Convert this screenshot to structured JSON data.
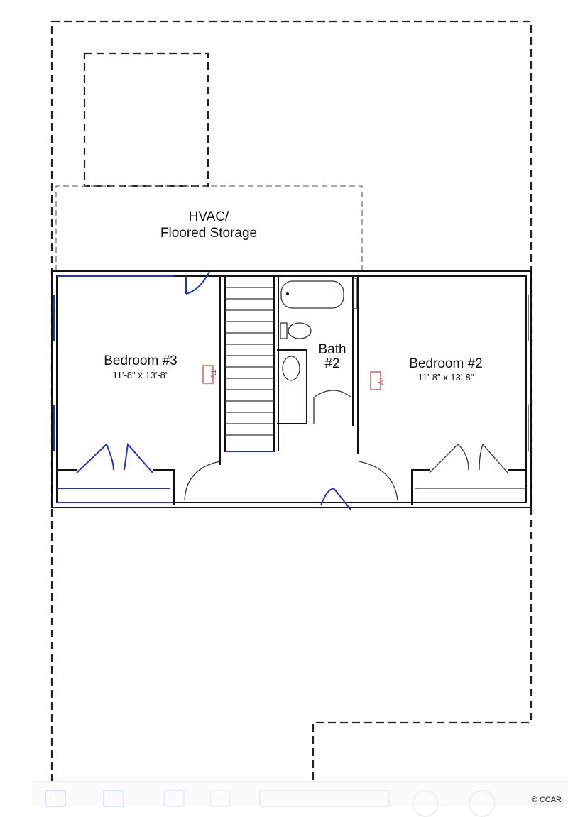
{
  "plan": {
    "storage_label_1": "HVAC/",
    "storage_label_2": "Floored Storage",
    "bedroom3": {
      "name": "Bedroom #3",
      "dims": "11'-8\" x 13'-8\""
    },
    "bedroom2": {
      "name": "Bedroom #2",
      "dims": "11'-8\" x 13'-8\""
    },
    "bath": {
      "line1": "Bath",
      "line2": "#2"
    },
    "tv_label": "TV"
  },
  "footer": {
    "copyright": "© CCAR"
  }
}
